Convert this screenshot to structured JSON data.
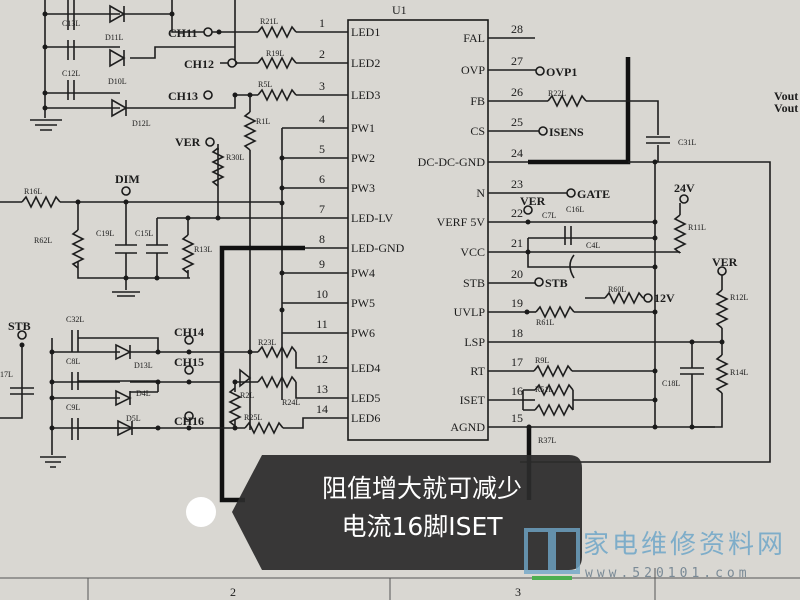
{
  "ic": {
    "ref": "U1",
    "left_pins": [
      {
        "num": "1",
        "name": "LED1"
      },
      {
        "num": "2",
        "name": "LED2"
      },
      {
        "num": "3",
        "name": "LED3"
      },
      {
        "num": "4",
        "name": "PW1"
      },
      {
        "num": "5",
        "name": "PW2"
      },
      {
        "num": "6",
        "name": "PW3"
      },
      {
        "num": "7",
        "name": "LED-LV"
      },
      {
        "num": "8",
        "name": "LED-GND"
      },
      {
        "num": "9",
        "name": "PW4"
      },
      {
        "num": "10",
        "name": "PW5"
      },
      {
        "num": "11",
        "name": "PW6"
      },
      {
        "num": "12",
        "name": "LED4"
      },
      {
        "num": "13",
        "name": "LED5"
      },
      {
        "num": "14",
        "name": "LED6"
      }
    ],
    "right_pins": [
      {
        "num": "28",
        "name": "FAL"
      },
      {
        "num": "27",
        "name": "OVP"
      },
      {
        "num": "26",
        "name": "FB"
      },
      {
        "num": "25",
        "name": "CS"
      },
      {
        "num": "24",
        "name": "DC-DC-GND"
      },
      {
        "num": "23",
        "name": "N"
      },
      {
        "num": "22",
        "name": "VERF 5V"
      },
      {
        "num": "21",
        "name": "VCC"
      },
      {
        "num": "20",
        "name": "STB"
      },
      {
        "num": "19",
        "name": "UVLP"
      },
      {
        "num": "18",
        "name": "LSP"
      },
      {
        "num": "17",
        "name": "RT"
      },
      {
        "num": "16",
        "name": "ISET"
      },
      {
        "num": "15",
        "name": "AGND"
      }
    ]
  },
  "components": {
    "r21": "R21L",
    "r19": "R19L",
    "r5": "R5L",
    "r1": "R1L",
    "r30": "R30L",
    "r16": "R16L",
    "r62": "R62L",
    "c19": "C19L",
    "c15": "C15L",
    "r13": "R13L",
    "c13": "C13L",
    "c12": "C12L",
    "d11": "D11L",
    "d10": "D10L",
    "d12": "D12L",
    "r22": "R22L",
    "c31": "C31L",
    "c7": "C7L",
    "c16": "C16L",
    "c4": "C4L",
    "r11": "R11L",
    "r60": "R60L",
    "r61": "R61L",
    "r12": "R12L",
    "r14": "R14L",
    "c18": "C18L",
    "r9": "R9L",
    "r51": "R51L",
    "r37": "R37L",
    "c32": "C32L",
    "c8": "C8L",
    "c9": "C9L",
    "d13": "D13L",
    "d4": "D4L",
    "d5": "D5L",
    "r23": "R23L",
    "r24": "R24L",
    "r2": "R2L",
    "r25": "R25L",
    "c17": "17L"
  },
  "nets": {
    "ch11": "CH11",
    "ch12": "CH12",
    "ch13": "CH13",
    "ch14": "CH14",
    "ch15": "CH15",
    "ch16": "CH16",
    "ver": "VER",
    "dim": "DIM",
    "ovp1": "OVP1",
    "isens": "ISENS",
    "gate": "GATE",
    "ver2": "VER",
    "stb_out": "STB",
    "v12": "12V",
    "v24": "24V",
    "ver3": "VER",
    "stb_left": "STB",
    "vout1": "Vout",
    "vout2": "Vout"
  },
  "frame": {
    "col2": "2",
    "col3": "3"
  },
  "overlay": {
    "line1": "阻值增大就可减少",
    "line2": "电流16脚ISET"
  },
  "watermark": {
    "name": "家电维修资料网",
    "url": "www.520101.com"
  }
}
